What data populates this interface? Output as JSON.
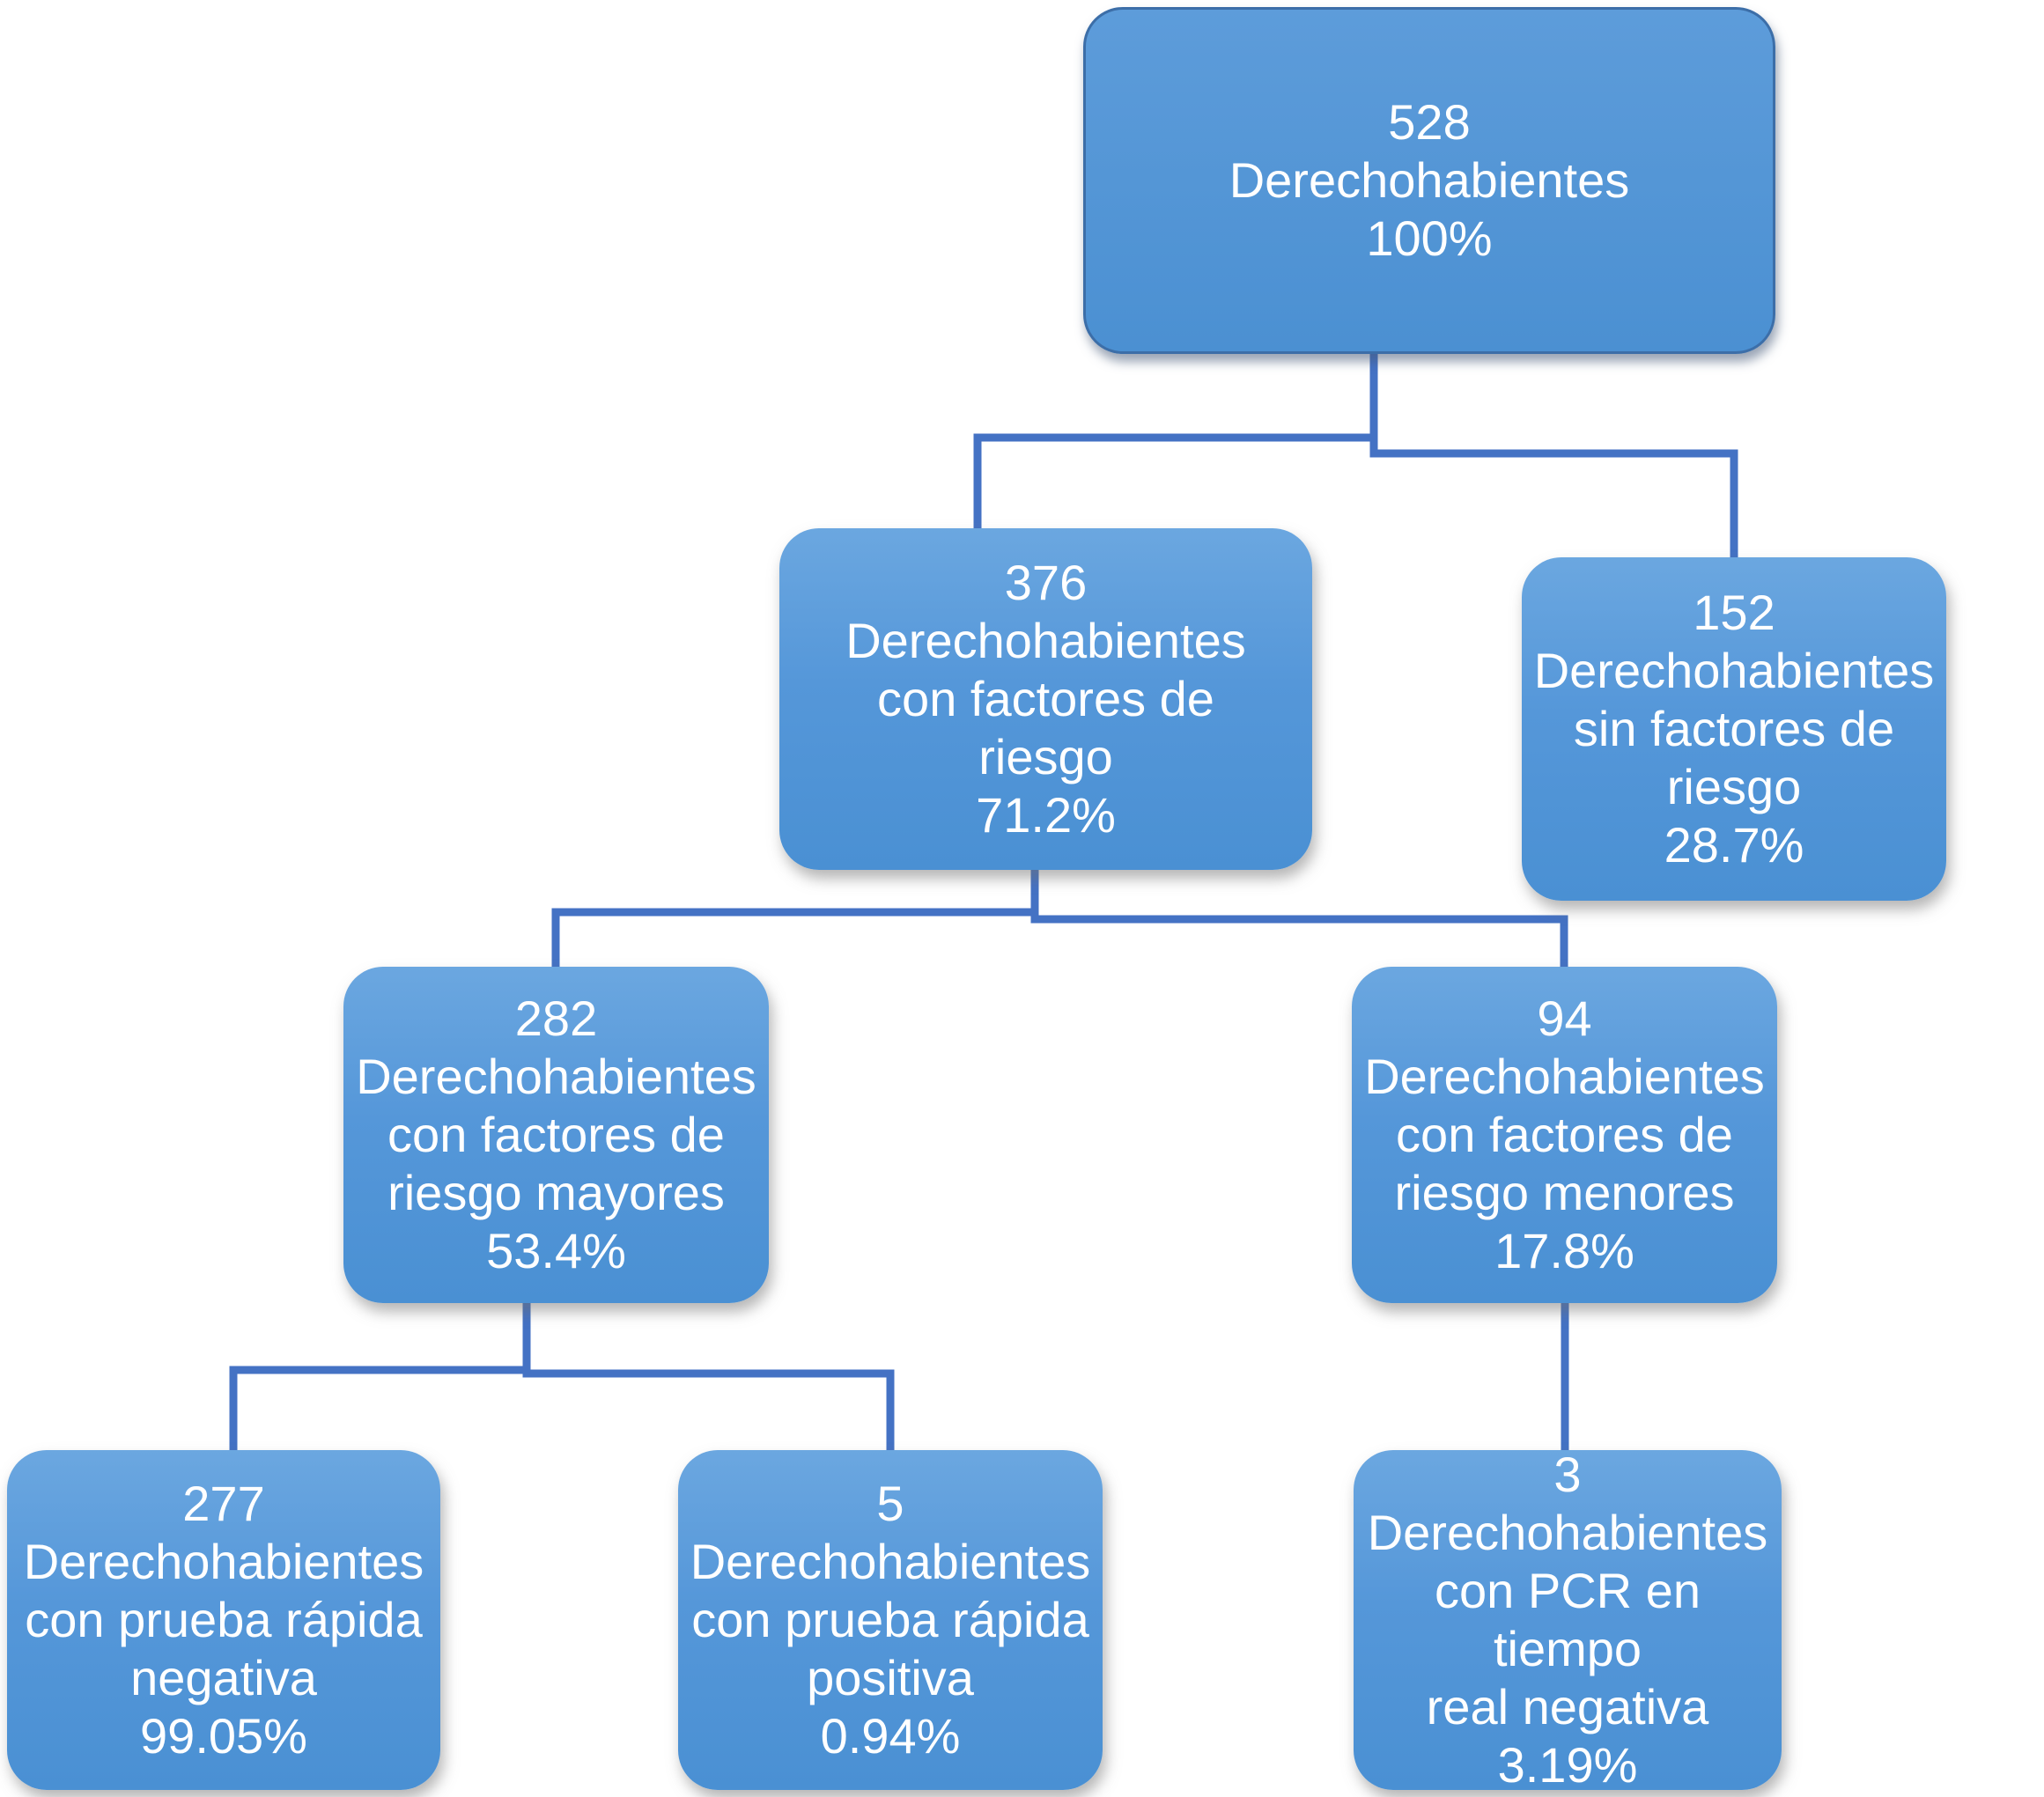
{
  "flowchart": {
    "connector_color": "#4472C4",
    "node_fill_color": "#5B9BD5",
    "node_border_color": "#3C6EA8",
    "text_color": "#FFFFFF",
    "nodes": [
      {
        "id": "total",
        "count": "528",
        "label": "Derechohabientes",
        "percent": "100%",
        "text": "528\nDerechohabientes\n100%"
      },
      {
        "id": "con-factores-de-riesgo",
        "count": "376",
        "label": "Derechohabientes con factores de riesgo",
        "percent": "71.2%",
        "text": "376\nDerechohabientes\ncon factores de\nriesgo\n71.2%"
      },
      {
        "id": "sin-factores-de-riesgo",
        "count": "152",
        "label": "Derechohabientes sin factores de riesgo",
        "percent": "28.7%",
        "text": "152\nDerechohabientes\nsin factores de\nriesgo\n28.7%"
      },
      {
        "id": "factores-riesgo-mayores",
        "count": "282",
        "label": "Derechohabientes con factores de riesgo mayores",
        "percent": "53.4%",
        "text": "282\nDerechohabientes\ncon factores de\nriesgo mayores\n53.4%"
      },
      {
        "id": "factores-riesgo-menores",
        "count": "94",
        "label": "Derechohabientes con factores de riesgo menores",
        "percent": "17.8%",
        "text": "94\nDerechohabientes\ncon factores de\nriesgo menores\n17.8%"
      },
      {
        "id": "prueba-rapida-negativa",
        "count": "277",
        "label": "Derechohabientes con prueba rápida negativa",
        "percent": "99.05%",
        "text": "277\nDerechohabientes\ncon prueba rápida\nnegativa\n99.05%"
      },
      {
        "id": "prueba-rapida-positiva",
        "count": "5",
        "label": "Derechohabientes con prueba rápida positiva",
        "percent": "0.94%",
        "text": "5\nDerechohabientes\ncon prueba rápida\npositiva\n0.94%"
      },
      {
        "id": "pcr-tiempo-real-negativa",
        "count": "3",
        "label": "Derechohabientes con PCR en tiempo real negativa",
        "percent": "3.19%",
        "text": "3\nDerechohabientes\ncon PCR en tiempo\nreal negativa\n3.19%"
      }
    ],
    "edges": [
      [
        "total",
        "con-factores-de-riesgo"
      ],
      [
        "total",
        "sin-factores-de-riesgo"
      ],
      [
        "con-factores-de-riesgo",
        "factores-riesgo-mayores"
      ],
      [
        "con-factores-de-riesgo",
        "factores-riesgo-menores"
      ],
      [
        "factores-riesgo-mayores",
        "prueba-rapida-negativa"
      ],
      [
        "factores-riesgo-mayores",
        "prueba-rapida-positiva"
      ],
      [
        "factores-riesgo-menores",
        "pcr-tiempo-real-negativa"
      ]
    ]
  }
}
